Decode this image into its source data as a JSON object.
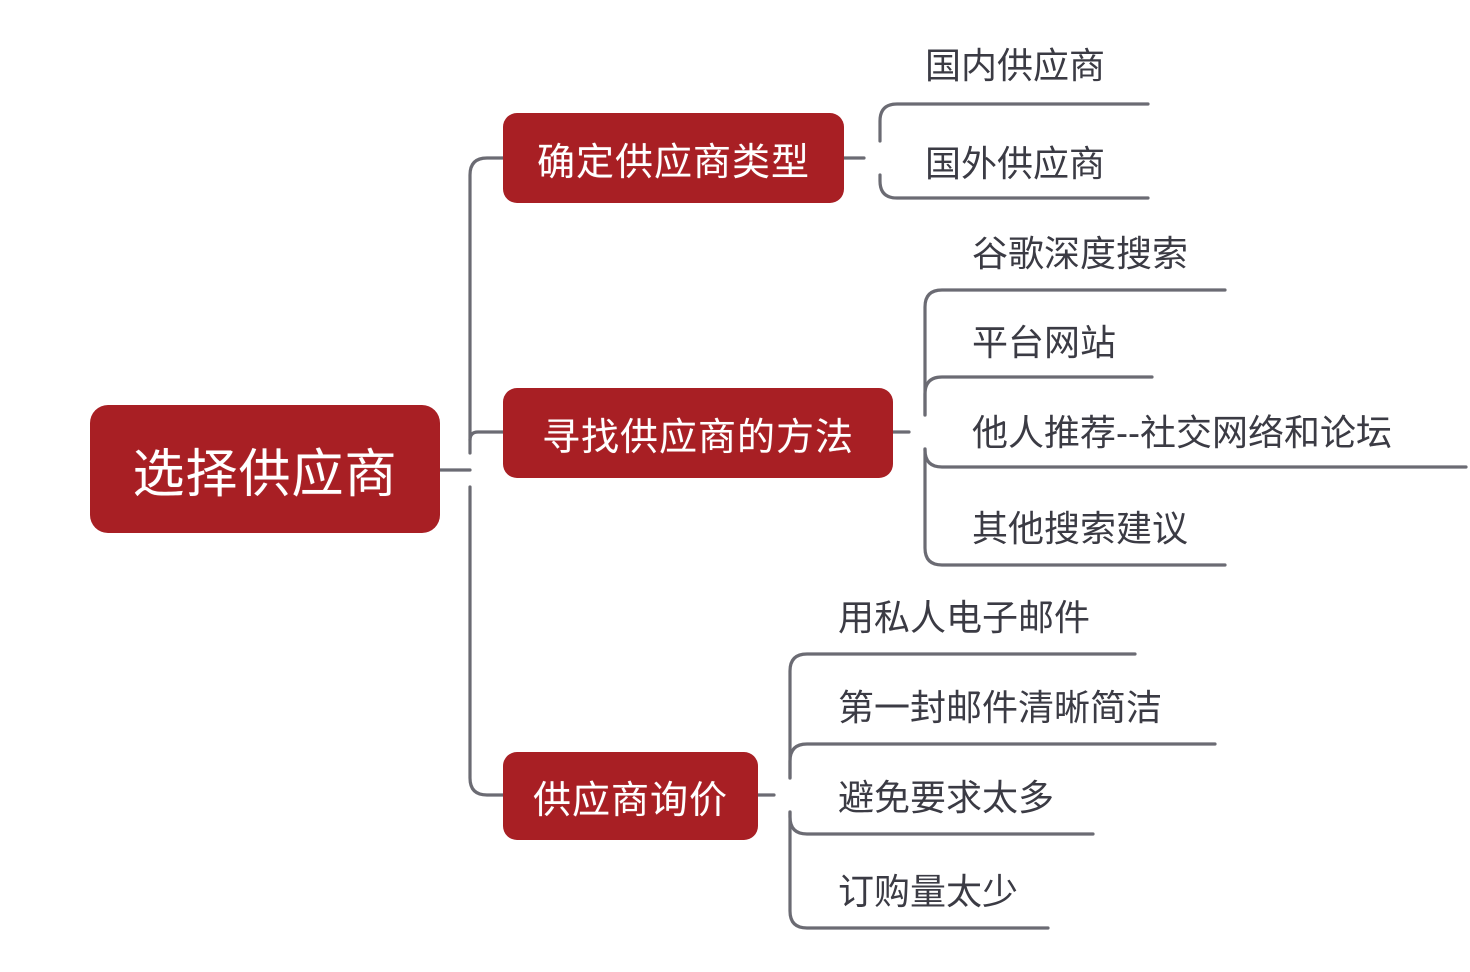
{
  "diagram": {
    "type": "mind-map",
    "direction": "left-to-right",
    "background_color": "#ffffff",
    "node_color": "#A81F24",
    "node_text_color": "#ffffff",
    "leaf_text_color": "#3b3b44",
    "edge_color": "#6b6b73",
    "root": {
      "label": "选择供应商"
    },
    "branches": [
      {
        "label": "确定供应商类型",
        "children": [
          {
            "label": "国内供应商"
          },
          {
            "label": "国外供应商"
          }
        ]
      },
      {
        "label": "寻找供应商的方法",
        "children": [
          {
            "label": "谷歌深度搜索"
          },
          {
            "label": "平台网站"
          },
          {
            "label": "他人推荐--社交网络和论坛"
          },
          {
            "label": "其他搜索建议"
          }
        ]
      },
      {
        "label": "供应商询价",
        "children": [
          {
            "label": "用私人电子邮件"
          },
          {
            "label": "第一封邮件清晰简洁"
          },
          {
            "label": "避免要求太多"
          },
          {
            "label": "订购量太少"
          }
        ]
      }
    ]
  }
}
